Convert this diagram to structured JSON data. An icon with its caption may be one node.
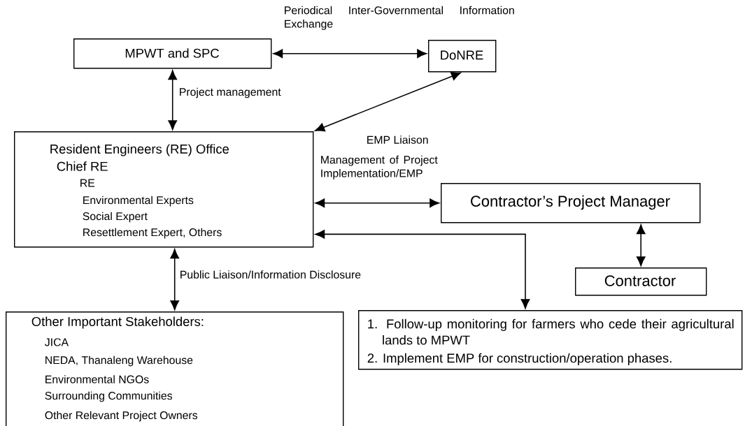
{
  "diagram": {
    "nodes": [
      {
        "text": [
          "MPWT and SPC"
        ]
      },
      {
        "text": [
          "DoNRE"
        ]
      },
      {
        "text": [
          "Resident Engineers (RE) Office",
          "Chief RE",
          "RE",
          "Environmental Experts",
          "Social Expert",
          "Resettlement Expert, Others"
        ]
      },
      {
        "text": [
          "Contractor’s Project Manager"
        ]
      },
      {
        "text": [
          "Contractor"
        ]
      },
      {
        "text": [
          "Other Important Stakeholders:",
          "JICA",
          "NEDA, Thanaleng Warehouse",
          "Environmental NGOs",
          "Surrounding Communities",
          "Other Relevant Project Owners"
        ]
      },
      {
        "text": [
          "1. Follow-up monitoring for farmers who cede their agricultural lands to MPWT",
          "2. Implement EMP for construction/operation phases."
        ]
      }
    ],
    "edges": [
      {
        "from": 0,
        "to": 1,
        "arrow": "both",
        "label": "Periodical Inter-Governmental Information Exchange"
      },
      {
        "from": 0,
        "to": 2,
        "arrow": "both",
        "label": "Project management"
      },
      {
        "from": 1,
        "to": 2,
        "arrow": "both",
        "label": "EMP Liaison"
      },
      {
        "from": 2,
        "to": 3,
        "arrow": "both",
        "label": "Management of Project Implementation/EMP"
      },
      {
        "from": 3,
        "to": 4,
        "arrow": "both"
      },
      {
        "from": 2,
        "to": 5,
        "arrow": "both",
        "label": "Public Liaison/Information Disclosure"
      },
      {
        "from": 2,
        "to": 6,
        "arrow": "both"
      }
    ]
  }
}
